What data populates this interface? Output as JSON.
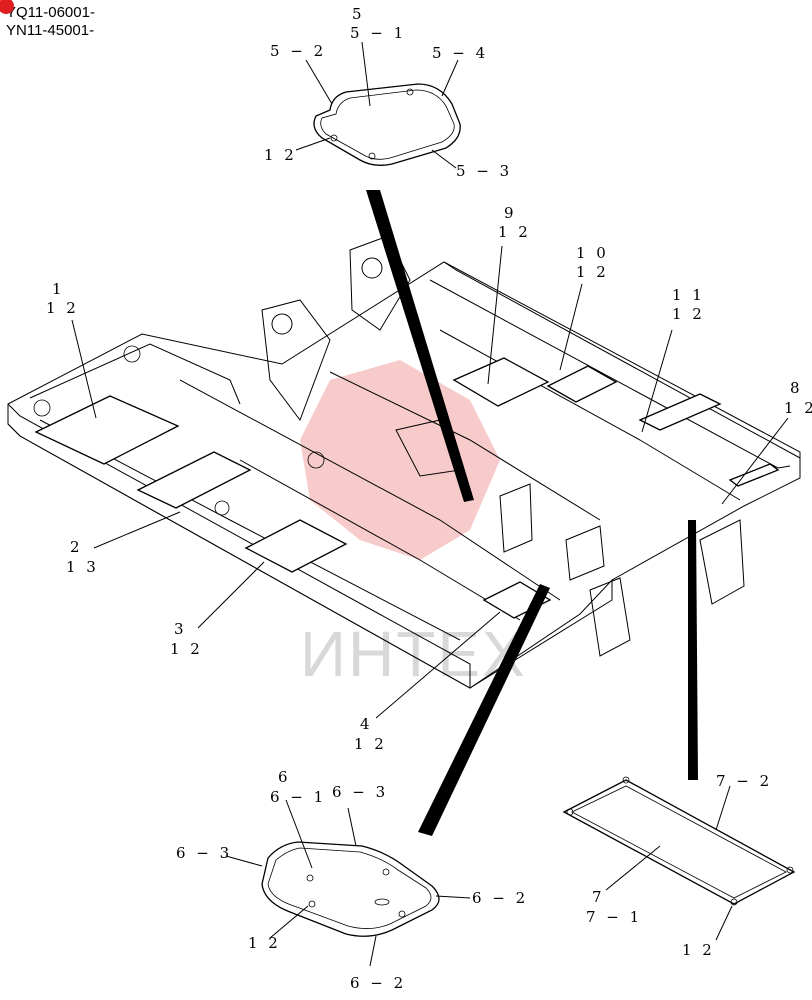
{
  "header": {
    "serial_1": "YQ11-06001-",
    "serial_2": "YN11-45001-"
  },
  "watermark": "ИНТЕХ",
  "colors": {
    "line": "#000000",
    "watermark_logo": "#f2a0a0",
    "watermark_text": "#d8d8d8",
    "badge": "#e02020"
  },
  "callouts": {
    "c5": "5",
    "c5_1": "5 − 1",
    "c5_2": "5 − 2",
    "c5_4": "5 − 4",
    "c5_3": "5 − 3",
    "c5_12": "1 2",
    "c9": "9",
    "c9_12": "1 2",
    "c10": "1 0",
    "c10_12": "1 2",
    "c11": "1 1",
    "c11_12": "1 2",
    "c8": "8",
    "c8_12": "1 2",
    "c1": "1",
    "c1_12": "1 2",
    "c2": "2",
    "c2_13": "1 3",
    "c3": "3",
    "c3_12": "1 2",
    "c4": "4",
    "c4_12": "1 2",
    "c6": "6",
    "c6_1": "6 − 1",
    "c6_3a": "6 − 3",
    "c6_3b": "6 − 3",
    "c6_2a": "6 − 2",
    "c6_2b": "6 − 2",
    "c6_12": "1 2",
    "c7_2": "7 − 2",
    "c7": "7",
    "c7_1": "7 − 1",
    "c7_12": "1 2"
  }
}
